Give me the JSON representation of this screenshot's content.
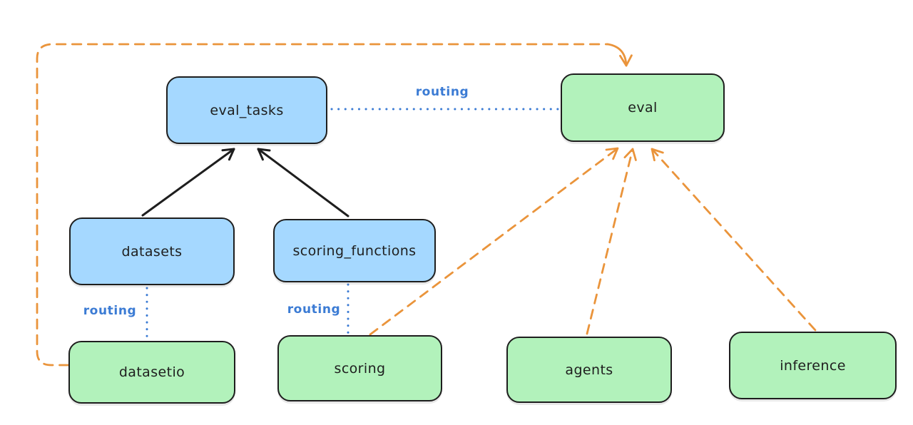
{
  "diagram": {
    "nodes": [
      {
        "id": "eval_tasks",
        "label": "eval_tasks",
        "kind": "api"
      },
      {
        "id": "eval",
        "label": "eval",
        "kind": "provider"
      },
      {
        "id": "datasets",
        "label": "datasets",
        "kind": "api"
      },
      {
        "id": "scoring_functions",
        "label": "scoring_functions",
        "kind": "api"
      },
      {
        "id": "datasetio",
        "label": "datasetio",
        "kind": "provider"
      },
      {
        "id": "scoring",
        "label": "scoring",
        "kind": "provider"
      },
      {
        "id": "agents",
        "label": "agents",
        "kind": "provider"
      },
      {
        "id": "inference",
        "label": "inference",
        "kind": "provider"
      }
    ],
    "edge_labels": [
      {
        "id": "routing-eval-tasks-to-eval",
        "text": "routing"
      },
      {
        "id": "routing-datasets-to-datasetio",
        "text": "routing"
      },
      {
        "id": "routing-scoring-functions-to-scoring",
        "text": "routing"
      }
    ],
    "colors": {
      "api_fill": "#a5d8ff",
      "provider_fill": "#b2f2bb",
      "node_stroke": "#1e1e1e",
      "routing_blue": "#3b7bd4",
      "dashed_orange": "#ea943b",
      "background": "#ffffff"
    }
  }
}
